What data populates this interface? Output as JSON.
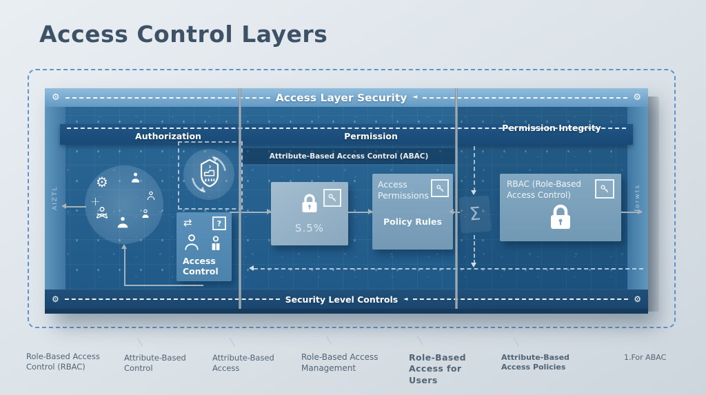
{
  "title": "Access Control Layers",
  "icons": {
    "gear": "⚙",
    "arrow_left": "◄",
    "swap": "⇄",
    "question": "?",
    "sigma": "Σ",
    "plus": "+"
  },
  "diagram": {
    "top_bar_label": "Access Layer Security",
    "bottom_bar_label": "Security Level Controls",
    "left_edge_label": "AIZTL",
    "right_edge_label": "forwts",
    "columns": [
      {
        "header": "Authorization"
      },
      {
        "header": "Permission",
        "subheader": "Attribute-Based Access Control (ABAC)"
      },
      {
        "header": "Permission Integrity"
      }
    ],
    "nodes": {
      "access_control": {
        "label": "Access Control"
      },
      "lock_card": {
        "value": "S.5%"
      },
      "permissions_card": {
        "title": "Access Permissions",
        "rule": "Policy Rules"
      },
      "rbac_card": {
        "title": "RBAC (Role-Based Access Control)"
      }
    }
  },
  "captions": [
    {
      "text": "Role-Based Access Control (RBAC)"
    },
    {
      "text": "Attribute-Based Control"
    },
    {
      "text": "Attribute-Based Access"
    },
    {
      "text": "Role-Based Access Management"
    },
    {
      "text": "Role-Based Access for Users"
    },
    {
      "text": "Attribute-Based Access Policies"
    },
    {
      "text": "1.For ABAC"
    }
  ],
  "colors": {
    "panel_blue": "#266292",
    "bar_light": "#7fb1d6",
    "bar_dark": "#1d4a72",
    "accent_border": "#5e93cb",
    "card_light": "#8fafc5"
  }
}
